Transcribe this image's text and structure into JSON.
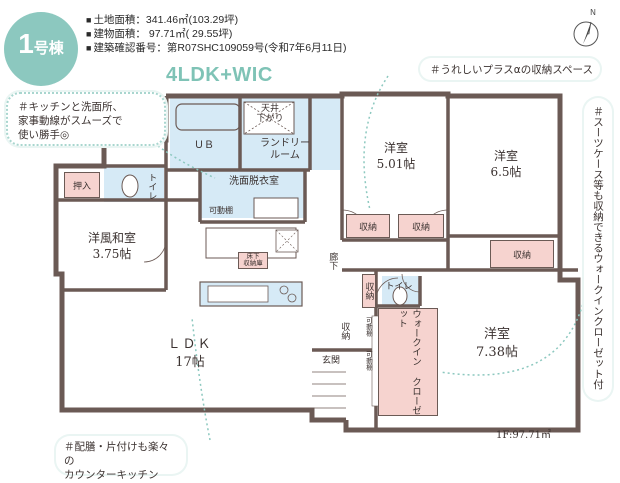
{
  "header": {
    "badge_number": "1",
    "badge_suffix": "号棟",
    "land_area": "土地面積：341.46㎡(103.29坪)",
    "building_area": "建物面積： 97.71㎡( 29.55坪)",
    "confirmation_number": "建築確認番号：第R07SHC109059号(令和7年6月11日)",
    "plan_type": "4LDK+WIC"
  },
  "compass": {
    "label": "N"
  },
  "callouts": {
    "kitchen_wash": "＃キッチンと洗面所、\n家事動線がスムーズで\n使い勝手◎",
    "storage_plus": "＃うれしいプラスαの収納スペース",
    "suitcase": "＃スーツケース等も収納できるウォークインクローゼット付",
    "counter_kitchen": "＃配膳・片付けも楽々の\nカウンターキッチン"
  },
  "rooms": {
    "ub": "ＵＢ",
    "ceiling_drop": "天井\n下がり",
    "laundry": "ランドリー\nルーム",
    "western1_name": "洋室",
    "western1_size": "5.01帖",
    "western2_name": "洋室",
    "western2_size": "6.5帖",
    "closet_in": "押入",
    "toilet1": "トイレ",
    "washroom": "洗面脱衣室",
    "movable_shelf1": "可動棚",
    "japanese_name": "洋風和室",
    "japanese_size": "3.75帖",
    "underfloor": "床下\n収納庫",
    "storage1": "収納",
    "storage2": "収納",
    "storage3": "収納",
    "storage4": "収納",
    "storage5": "収納",
    "hallway": "廊下",
    "toilet2": "トイレ",
    "movable_shelf2": "可動棚",
    "movable_shelf3": "可動棚",
    "wic": "ウォークイン\nクローゼット",
    "western3_name": "洋室",
    "western3_size": "7.38帖",
    "ldk_name": "ＬＤＫ",
    "ldk_size": "17帖",
    "entrance": "玄関"
  },
  "floor_area": "1F:97.71㎡",
  "colors": {
    "accent": "#8cc8bf",
    "wall": "#6b5a55",
    "wet_area": "#d6eaf6",
    "storage_pink": "#f6d3cf"
  }
}
